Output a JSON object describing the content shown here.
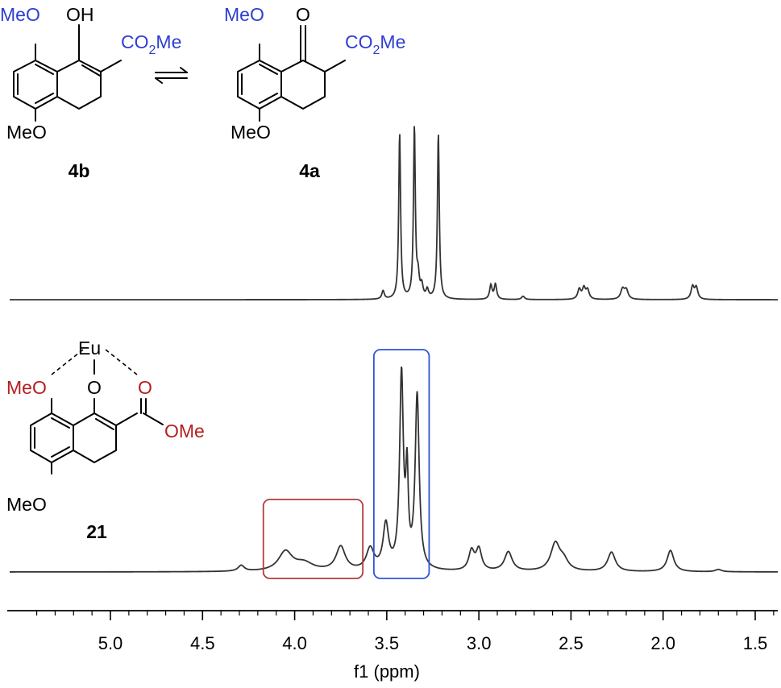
{
  "colors": {
    "ink": "#000000",
    "blue_label": "#2d3fd1",
    "red_label": "#b41f1f",
    "blue_box": "#2d55d8",
    "red_box": "#b43a3a",
    "trace": "#333333"
  },
  "structures": {
    "enol_4b": {
      "top_substituent": "MeO",
      "oh": "OH",
      "ester": "CO",
      "ester_sub": "2",
      "ester_tail": "Me",
      "bottom_substituent": "MeO",
      "label": "4b"
    },
    "keto_4a": {
      "top_substituent": "MeO",
      "carbonyl_o": "O",
      "ester": "CO",
      "ester_sub": "2",
      "ester_tail": "Me",
      "bottom_substituent": "MeO",
      "label": "4a"
    },
    "complex_21": {
      "metal": "Eu",
      "left_ome": "MeO",
      "enolate_o": "O",
      "ester_o": "O",
      "ester_ome": "OMe",
      "bottom_substituent": "MeO",
      "label": "21"
    },
    "equilibrium_arrow": "equilibrium-arrows"
  },
  "chart_data": {
    "type": "nmr_spectrum",
    "xlabel": "f1 (ppm)",
    "xlim": [
      5.5,
      1.3
    ],
    "x_axis_reversed": true,
    "ticks": [
      {
        "value": 5.0,
        "label": "5.0"
      },
      {
        "value": 4.5,
        "label": "4.5"
      },
      {
        "value": 4.0,
        "label": "4.0"
      },
      {
        "value": 3.5,
        "label": "3.5"
      },
      {
        "value": 3.0,
        "label": "3.0"
      },
      {
        "value": 2.5,
        "label": "2.5"
      },
      {
        "value": 2.0,
        "label": "2.0"
      },
      {
        "value": 1.5,
        "label": "1.5"
      }
    ],
    "series": [
      {
        "trace": "upper",
        "peaks": [
          {
            "ppm": 3.52,
            "height": 0.05,
            "width": 0.008
          },
          {
            "ppm": 3.43,
            "height": 1.0,
            "width": 0.006
          },
          {
            "ppm": 3.35,
            "height": 1.03,
            "width": 0.006
          },
          {
            "ppm": 3.33,
            "height": 0.12,
            "width": 0.008
          },
          {
            "ppm": 3.31,
            "height": 0.07,
            "width": 0.008
          },
          {
            "ppm": 3.28,
            "height": 0.05,
            "width": 0.008
          },
          {
            "ppm": 3.22,
            "height": 1.0,
            "width": 0.006
          },
          {
            "ppm": 2.935,
            "height": 0.085,
            "width": 0.008
          },
          {
            "ppm": 2.91,
            "height": 0.09,
            "width": 0.008
          },
          {
            "ppm": 2.76,
            "height": 0.02,
            "width": 0.01
          },
          {
            "ppm": 2.455,
            "height": 0.06,
            "width": 0.01
          },
          {
            "ppm": 2.43,
            "height": 0.065,
            "width": 0.01
          },
          {
            "ppm": 2.41,
            "height": 0.055,
            "width": 0.01
          },
          {
            "ppm": 2.22,
            "height": 0.06,
            "width": 0.012
          },
          {
            "ppm": 2.2,
            "height": 0.055,
            "width": 0.012
          },
          {
            "ppm": 1.84,
            "height": 0.075,
            "width": 0.01
          },
          {
            "ppm": 1.82,
            "height": 0.07,
            "width": 0.01
          }
        ]
      },
      {
        "trace": "lower",
        "peaks": [
          {
            "ppm": 4.29,
            "height": 0.03,
            "width": 0.02
          },
          {
            "ppm": 4.05,
            "height": 0.1,
            "width": 0.045
          },
          {
            "ppm": 3.95,
            "height": 0.04,
            "width": 0.06
          },
          {
            "ppm": 3.75,
            "height": 0.125,
            "width": 0.03
          },
          {
            "ppm": 3.59,
            "height": 0.11,
            "width": 0.025
          },
          {
            "ppm": 3.505,
            "height": 0.23,
            "width": 0.018
          },
          {
            "ppm": 3.42,
            "height": 1.0,
            "width": 0.012
          },
          {
            "ppm": 3.39,
            "height": 0.45,
            "width": 0.008
          },
          {
            "ppm": 3.335,
            "height": 0.9,
            "width": 0.013
          },
          {
            "ppm": 3.04,
            "height": 0.1,
            "width": 0.018
          },
          {
            "ppm": 3.0,
            "height": 0.11,
            "width": 0.018
          },
          {
            "ppm": 2.84,
            "height": 0.1,
            "width": 0.025
          },
          {
            "ppm": 2.585,
            "height": 0.14,
            "width": 0.03
          },
          {
            "ppm": 2.54,
            "height": 0.05,
            "width": 0.03
          },
          {
            "ppm": 2.28,
            "height": 0.1,
            "width": 0.025
          },
          {
            "ppm": 1.96,
            "height": 0.11,
            "width": 0.022
          },
          {
            "ppm": 1.7,
            "height": 0.012,
            "width": 0.02
          }
        ]
      }
    ],
    "highlights": [
      {
        "name": "red-box",
        "ppm_range": [
          4.17,
          3.63
        ],
        "color": "#b43a3a"
      },
      {
        "name": "blue-box",
        "ppm_range": [
          3.57,
          3.27
        ],
        "color": "#2d55d8"
      }
    ]
  }
}
